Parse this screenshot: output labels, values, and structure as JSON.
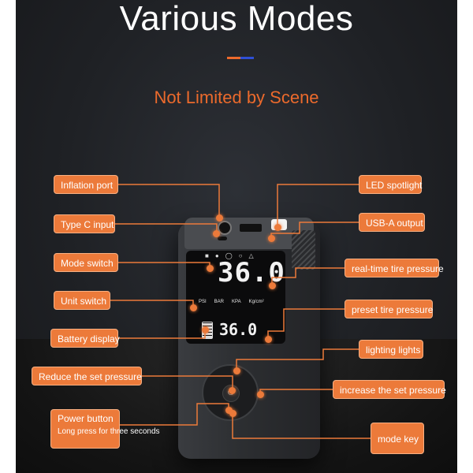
{
  "title": "Various Modes",
  "subtitle": "Not Limited by Scene",
  "colors": {
    "accent_orange": "#ec6a2c",
    "accent_blue": "#2f4fd6",
    "callout": "#ec7a3a"
  },
  "callouts_left": {
    "inflation_port": "Inflation port",
    "type_c_input": "Type C input",
    "mode_switch": "Mode switch",
    "unit_switch": "Unit switch",
    "battery_display": "Battery display",
    "reduce_pressure": "Reduce the set pressure",
    "power_button": "Power button",
    "power_note": "Long press for three seconds"
  },
  "callouts_right": {
    "led_spotlight": "LED spotlight",
    "usb_a_output": "USB-A output",
    "realtime_pressure": "real-time tire pressure",
    "preset_pressure": "preset tire pressure",
    "lighting_lights": "lighting lights",
    "increase_pressure": "increase the set pressure",
    "mode_key": "mode key"
  },
  "display": {
    "realtime_value": "36.0",
    "preset_value": "36.0",
    "units": [
      "PSI",
      "BAR",
      "KPA",
      "Kg/cm²"
    ]
  }
}
